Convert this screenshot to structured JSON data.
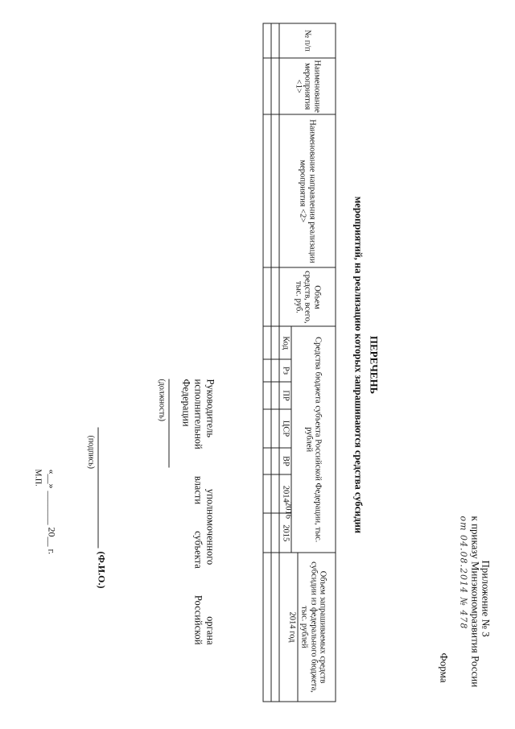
{
  "header": {
    "appendix": "Приложение № 3",
    "order": "к приказу Минэкономразвития России",
    "handwritten_date": "от 04.08.2014 № 478",
    "form_label": "Форма"
  },
  "title": {
    "main": "ПЕРЕЧЕНЬ",
    "subtitle": "мероприятий, на реализацию которых запрашиваются средства субсидии"
  },
  "table": {
    "col_num": "№ п/п",
    "col_event": "Наименование мероприятия <1>",
    "col_direction": "Наименование направления реализации мероприятия <2>",
    "col_total": "Объем средств, всего, тыс. руб.",
    "col_regional": "Средства бюджета субъекта Российской Федерации, тыс. рублей",
    "col_code": "Код",
    "sub_codes": [
      "Рз",
      "ПР",
      "ЦСР",
      "ВР"
    ],
    "years": [
      "2014",
      "2015",
      "2016"
    ],
    "col_federal": "Объем запрашиваемых средств субсидии из федерального бюджета, тыс. рублей",
    "federal_year": "2014 год"
  },
  "signature": {
    "head_line1": "Руководитель уполномоченного органа",
    "head_line2": "исполнительной власти субъекта Российской",
    "head_line3": "Федерации",
    "position": "(должность)",
    "signature_label": "(подпись)",
    "fio": "(Ф.И.О.)",
    "date_line": "«__» _______ 20__ г.",
    "stamp": "М.П."
  }
}
